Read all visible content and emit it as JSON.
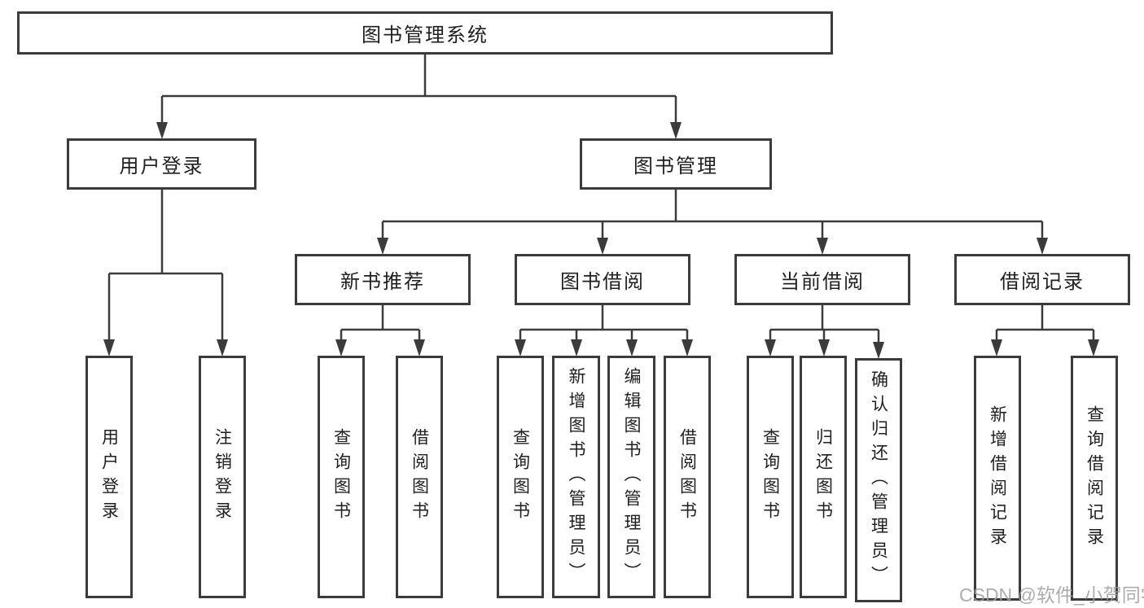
{
  "colors": {
    "line": "#3b3b3b",
    "box_border": "#3b3b3b",
    "box_fill": "#ffffff",
    "text": "#1f1f1f",
    "watermark": "#9e9e9e"
  },
  "watermark": {
    "text": "CSDN @软件_小贺同学"
  },
  "tree": {
    "label": "图书管理系统",
    "children": [
      {
        "label": "用户登录",
        "children": [
          {
            "label": "用户登录"
          },
          {
            "label": "注销登录"
          }
        ]
      },
      {
        "label": "图书管理",
        "children": [
          {
            "label": "新书推荐",
            "children": [
              {
                "label": "查询图书"
              },
              {
                "label": "借阅图书"
              }
            ]
          },
          {
            "label": "图书借阅",
            "children": [
              {
                "label": "查询图书"
              },
              {
                "label": "新增图书（管理员）"
              },
              {
                "label": "编辑图书（管理员）"
              },
              {
                "label": "借阅图书"
              }
            ]
          },
          {
            "label": "当前借阅",
            "children": [
              {
                "label": "查询图书"
              },
              {
                "label": "归还图书"
              },
              {
                "label": "确认归还（管理员）"
              }
            ]
          },
          {
            "label": "借阅记录",
            "children": [
              {
                "label": "新增借阅记录"
              },
              {
                "label": "查询借阅记录"
              }
            ]
          }
        ]
      }
    ]
  }
}
